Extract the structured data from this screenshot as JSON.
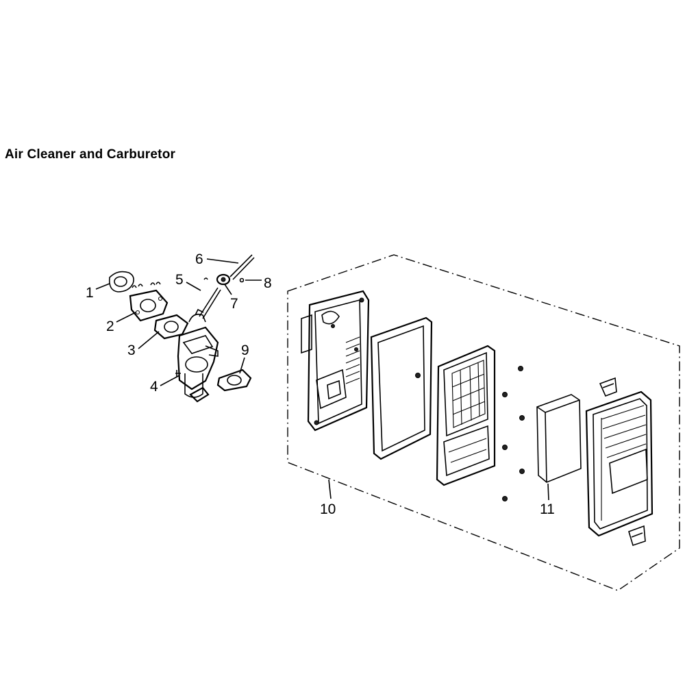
{
  "title": "Air Cleaner and Carburetor",
  "callouts": [
    {
      "id": "c1",
      "label": "1"
    },
    {
      "id": "c2",
      "label": "2"
    },
    {
      "id": "c3",
      "label": "3"
    },
    {
      "id": "c4",
      "label": "4"
    },
    {
      "id": "c5",
      "label": "5"
    },
    {
      "id": "c6",
      "label": "6"
    },
    {
      "id": "c7",
      "label": "7"
    },
    {
      "id": "c8",
      "label": "8"
    },
    {
      "id": "c9",
      "label": "9"
    },
    {
      "id": "c10",
      "label": "10"
    },
    {
      "id": "c11",
      "label": "11"
    }
  ]
}
